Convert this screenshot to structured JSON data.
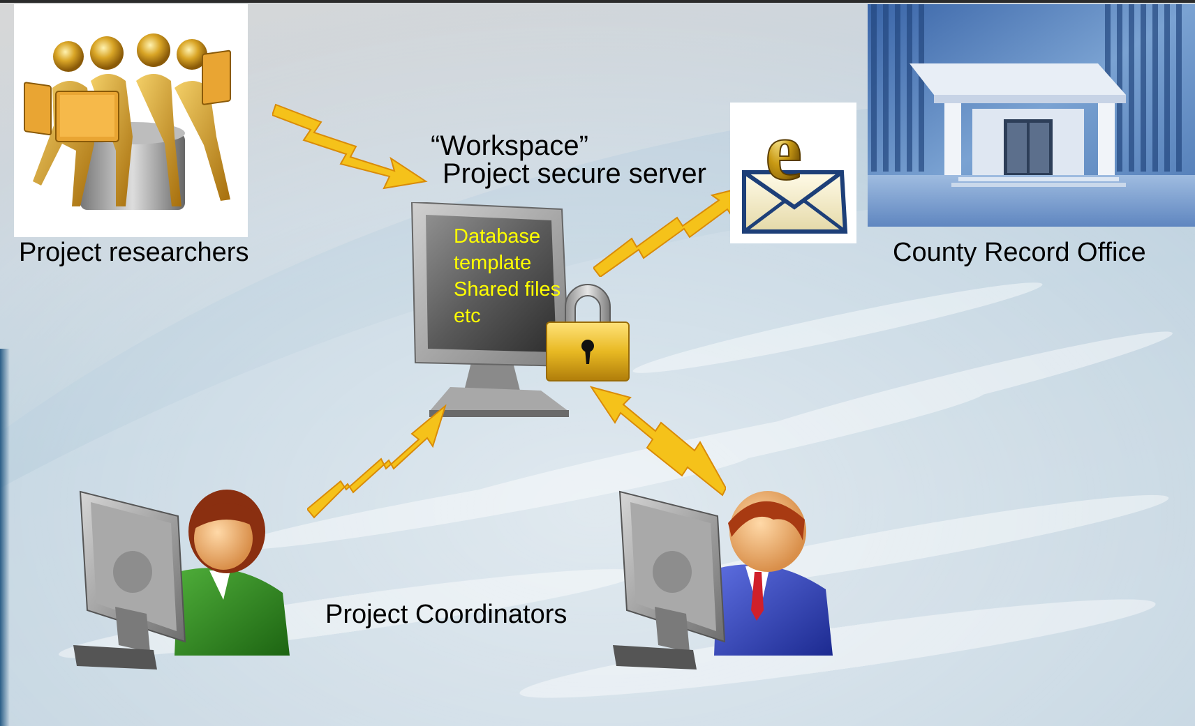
{
  "labels": {
    "researchers": "Project researchers",
    "record_office": "County Record Office",
    "workspace": "“Workspace”",
    "secure_server": "Project secure server",
    "coordinators": "Project Coordinators"
  },
  "server_contents": [
    "Database",
    "template",
    "Shared files",
    "etc"
  ],
  "colors": {
    "server_text": "#ffff00",
    "arrow_fill": "#f5c21a",
    "lock_gold": "#e8b923",
    "building_blue": "#6f97c9"
  },
  "icons": [
    "researchers-figures-icon",
    "lightning-arrow-icon",
    "server-monitor-icon",
    "padlock-icon",
    "email-envelope-icon",
    "office-building-icon",
    "coordinator-woman-icon",
    "coordinator-man-icon"
  ]
}
